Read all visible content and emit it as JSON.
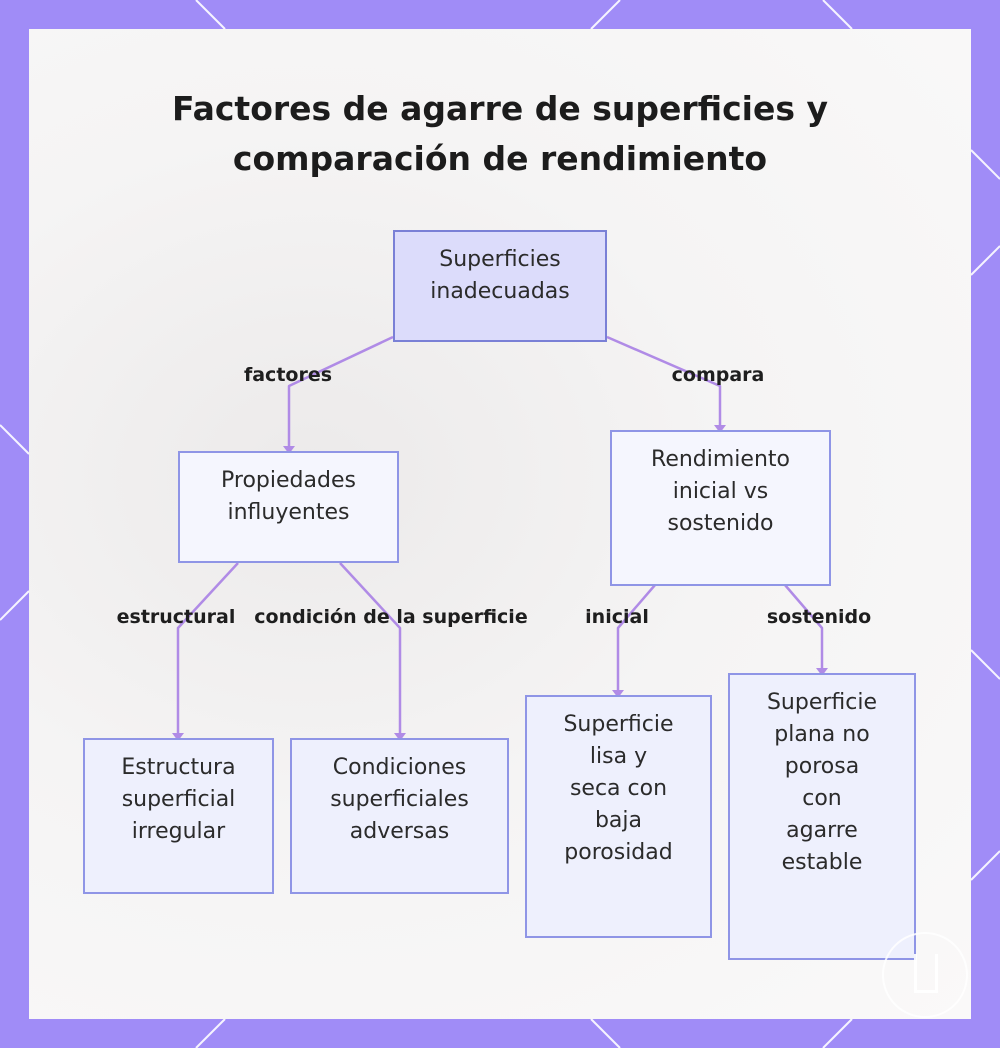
{
  "title": "Factores de agarre de superficies y\ncomparación de rendimiento",
  "nodes": {
    "root": [
      "Superficies",
      "inadecuadas"
    ],
    "properties": [
      "Propiedades",
      "influyentes"
    ],
    "performance": [
      "Rendimiento",
      "inicial vs",
      "sostenido"
    ],
    "irregular": [
      "Estructura",
      "superficial",
      "irregular"
    ],
    "adverse": [
      "Condiciones",
      "superficiales",
      "adversas"
    ],
    "smooth": [
      "Superficie",
      "lisa y",
      "seca con",
      "baja",
      "porosidad"
    ],
    "flat": [
      "Superficie",
      "plana no",
      "porosa",
      "con",
      "agarre",
      "estable"
    ]
  },
  "edges": {
    "factors": "factores",
    "compares": "compara",
    "structural": "estructural",
    "surface_condition": "condición de la superficie",
    "initial": "inicial",
    "sustained": "sostenido"
  },
  "colors": {
    "frame": "#a08cf7",
    "edge": "#b08be6",
    "node_border": "#8f95e6",
    "root_fill": "#dcdcfb",
    "node_fill": "#eef0fd"
  }
}
